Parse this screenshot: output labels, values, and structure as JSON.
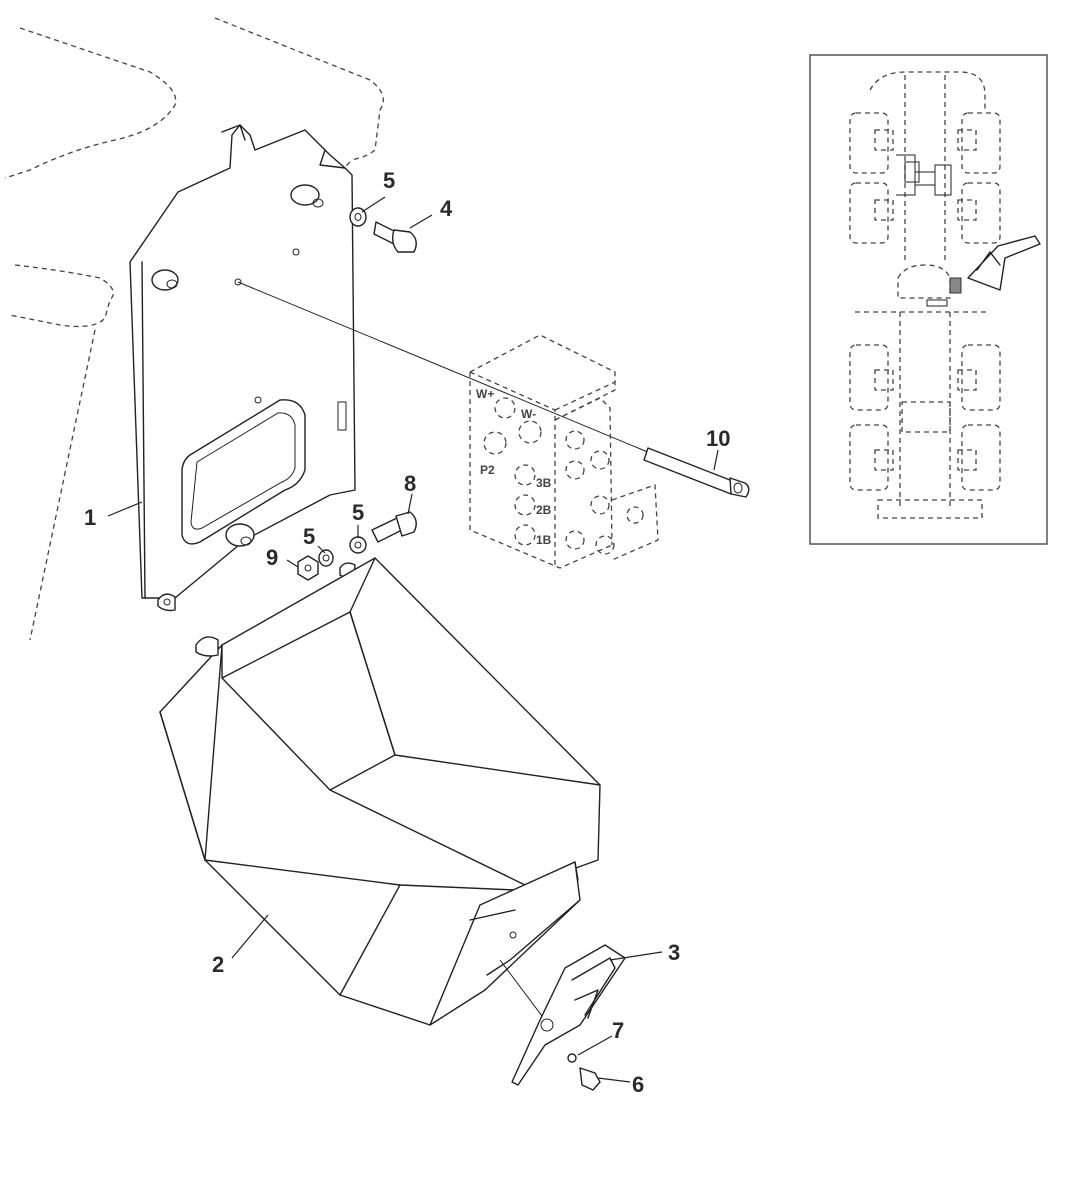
{
  "callouts": [
    {
      "id": "c1",
      "label": "1"
    },
    {
      "id": "c2",
      "label": "2"
    },
    {
      "id": "c3",
      "label": "3"
    },
    {
      "id": "c4",
      "label": "4"
    },
    {
      "id": "c5a",
      "label": "5"
    },
    {
      "id": "c5b",
      "label": "5"
    },
    {
      "id": "c5c",
      "label": "5"
    },
    {
      "id": "c6",
      "label": "6"
    },
    {
      "id": "c7",
      "label": "7"
    },
    {
      "id": "c8",
      "label": "8"
    },
    {
      "id": "c9",
      "label": "9"
    },
    {
      "id": "c10",
      "label": "10"
    }
  ],
  "valve_ports": {
    "w_plus": "W+",
    "w_minus": "W-",
    "p2": "P2",
    "b3": "3B",
    "b2": "2B",
    "b1": "1B"
  }
}
